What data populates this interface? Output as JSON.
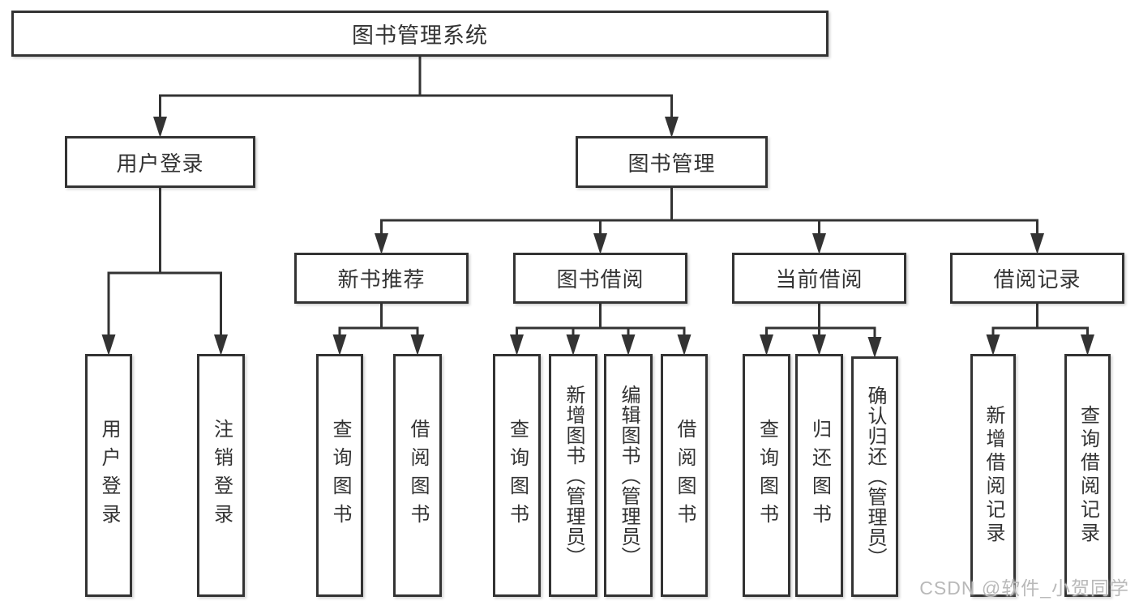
{
  "diagram": {
    "tree": {
      "id": "root",
      "label": "图书管理系统",
      "children": [
        {
          "id": "user-login",
          "label": "用户登录",
          "children": [
            {
              "id": "user-login-leaf",
              "label": "用户登录"
            },
            {
              "id": "logout-leaf",
              "label": "注销登录"
            }
          ]
        },
        {
          "id": "book-mgmt",
          "label": "图书管理",
          "children": [
            {
              "id": "new-book-rec",
              "label": "新书推荐",
              "children": [
                {
                  "id": "nbr-query-books",
                  "label": "查询图书"
                },
                {
                  "id": "nbr-borrow-books",
                  "label": "借阅图书"
                }
              ]
            },
            {
              "id": "book-borrow",
              "label": "图书借阅",
              "children": [
                {
                  "id": "bb-query-books",
                  "label": "查询图书"
                },
                {
                  "id": "bb-add-books",
                  "label": "新增图书（管理员）"
                },
                {
                  "id": "bb-edit-books",
                  "label": "编辑图书（管理员）"
                },
                {
                  "id": "bb-borrow-books",
                  "label": "借阅图书"
                }
              ]
            },
            {
              "id": "current-borrow",
              "label": "当前借阅",
              "children": [
                {
                  "id": "cb-query-books",
                  "label": "查询图书"
                },
                {
                  "id": "cb-return-books",
                  "label": "归还图书"
                },
                {
                  "id": "cb-confirm-return",
                  "label": "确认归还（管理员）"
                }
              ]
            },
            {
              "id": "borrow-records",
              "label": "借阅记录",
              "children": [
                {
                  "id": "br-add-record",
                  "label": "新增借阅记录"
                },
                {
                  "id": "br-query-record",
                  "label": "查询借阅记录"
                }
              ]
            }
          ]
        }
      ]
    },
    "style": {
      "line_color": "#333333",
      "box_border_color": "#333333",
      "text_color": "#333333",
      "background_color": "#ffffff",
      "watermark_color": "#b9b9b9"
    }
  },
  "watermark": {
    "text": "CSDN @软件_小贺同学"
  }
}
